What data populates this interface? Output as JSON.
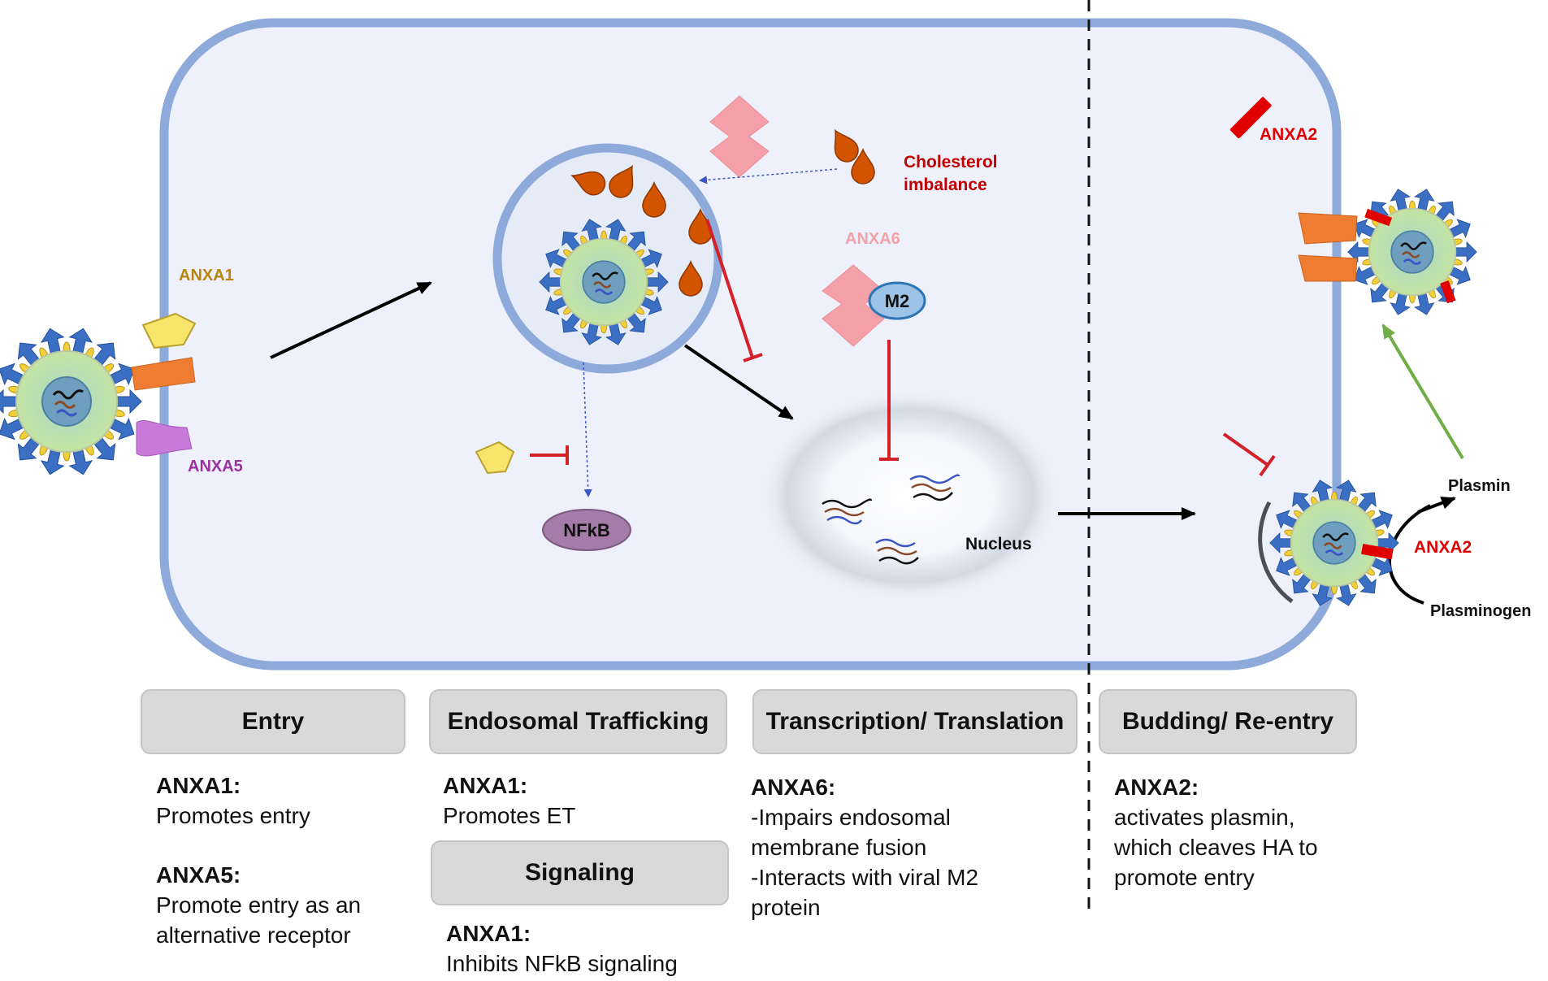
{
  "labels": {
    "anxa1_entry": "ANXA1",
    "anxa5": "ANXA5",
    "cholesterol_line1": "Cholesterol",
    "cholesterol_line2": "imbalance",
    "anxa6": "ANXA6",
    "m2": "M2",
    "nfkb": "NFkB",
    "nucleus": "Nucleus",
    "anxa2_top": "ANXA2",
    "anxa2_bud": "ANXA2",
    "plasmin": "Plasmin",
    "plasminogen": "Plasminogen"
  },
  "stages": [
    {
      "title": "Entry",
      "entries": [
        {
          "heading": "ANXA1:",
          "lines": [
            "Promotes entry"
          ]
        },
        {
          "heading": "ANXA5:",
          "lines": [
            "Promote entry as an",
            "alternative receptor"
          ]
        }
      ]
    },
    {
      "title": "Endosomal Trafficking",
      "entries": [
        {
          "heading": "ANXA1:",
          "lines": [
            "Promotes ET"
          ]
        }
      ]
    },
    {
      "title": "Signaling",
      "entries": [
        {
          "heading": "ANXA1:",
          "lines": [
            "Inhibits NFkB signaling"
          ]
        }
      ]
    },
    {
      "title": "Transcription/ Translation",
      "entries": [
        {
          "heading": "ANXA6:",
          "lines": [
            "-Impairs endosomal",
            "membrane fusion",
            "-Interacts with viral M2",
            "protein"
          ]
        }
      ]
    },
    {
      "title": "Budding/ Re-entry",
      "entries": [
        {
          "heading": "ANXA2:",
          "lines": [
            "activates plasmin,",
            "which cleaves HA to",
            "promote entry"
          ]
        }
      ]
    }
  ],
  "colors": {
    "cell_fill": "#eef1fb",
    "cell_border": "#8eaadb",
    "inhibit": "#d42027",
    "activation": "#70ad47",
    "cholesterol_text": "#c00000",
    "anxa1_text": "#b8860b",
    "anxa5_text": "#9b30a0",
    "anxa6_text": "#f4a0a8",
    "anxa2_text": "#e00000"
  }
}
